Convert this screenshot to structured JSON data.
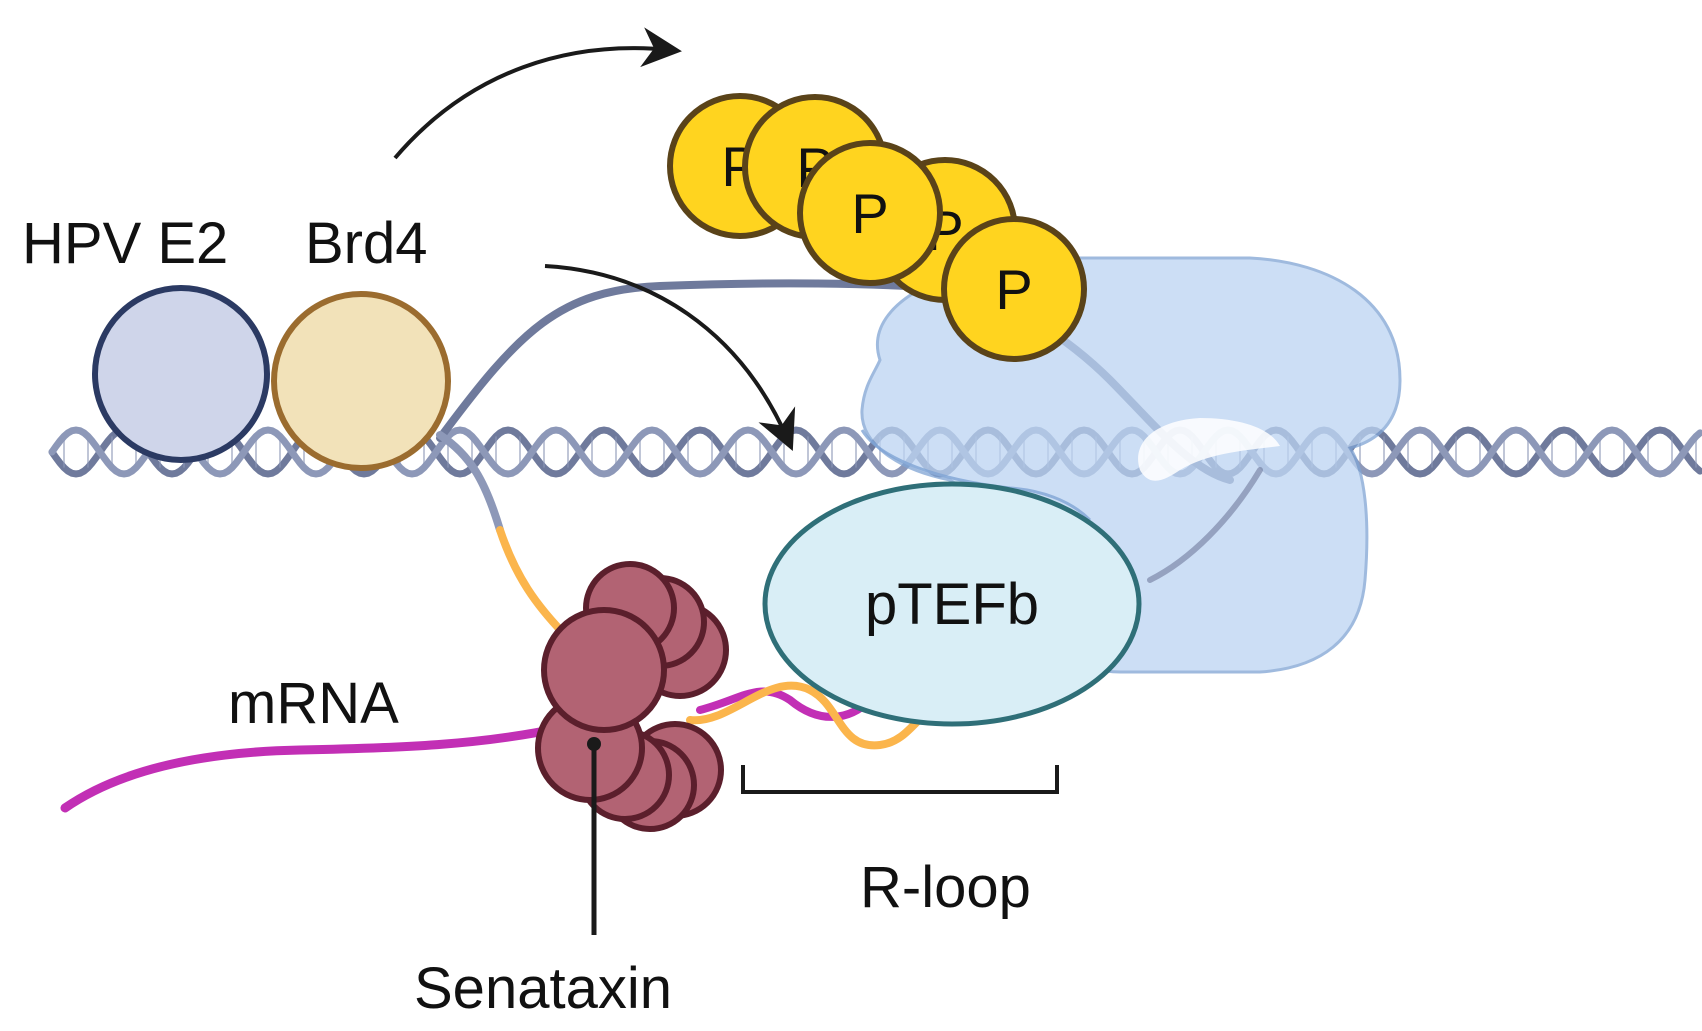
{
  "labels": {
    "hpv_e2": "HPV E2",
    "brd4": "Brd4",
    "mrna": "mRNA",
    "ptefb": "pTEFb",
    "r_loop": "R-loop",
    "senataxin": "Senataxin"
  },
  "phospho": {
    "letter": "P",
    "count": 5
  },
  "colors": {
    "dna_strand": "#6f7a9c",
    "dna_strand_light": "#8d98b8",
    "hpv_e2_fill": "#cfd5ea",
    "hpv_e2_stroke": "#2b3a63",
    "brd4_fill": "#f2e2b9",
    "brd4_stroke": "#9b6c2f",
    "phospho_fill": "#ffd41f",
    "phospho_stroke": "#5a4319",
    "polymerase_fill": "#bcd4f2",
    "polymerase_stroke": "#7fa4d4",
    "ptefb_fill": "#d9eef6",
    "ptefb_stroke": "#2f6f78",
    "senataxin_fill": "#b26373",
    "senataxin_stroke": "#5b1f2c",
    "mrna": "#c22fb5",
    "nascent_rna": "#fbb54c",
    "tail": "#6f7a9c",
    "arrow": "#1a1a1a"
  }
}
